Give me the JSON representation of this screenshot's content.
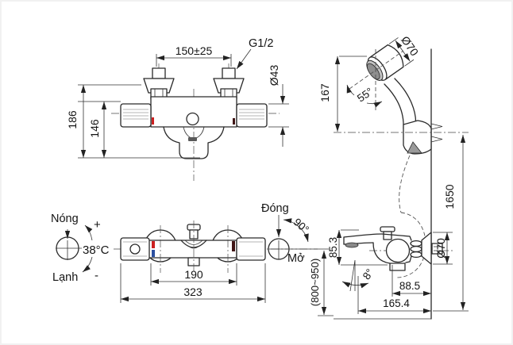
{
  "drawing": {
    "type": "technical-installation-diagram",
    "product": "thermostatic bath shower mixer with hand shower"
  },
  "colors": {
    "line": "#2a2a2a",
    "dim_line": "#333333",
    "hot_mark_red": "#cc2020",
    "cold_mark_blue": "#2b4fa0",
    "dark_mark": "#401515",
    "face_shade": "#8f8f8f",
    "background": "#ffffff",
    "frame": "#f1f1f1"
  },
  "front_view": {
    "dim_inlet_spacing": "150±25",
    "thread_label": "G1/2",
    "dim_handle_dia": "Ø43",
    "dim_total_height": "186",
    "dim_spout_height": "146"
  },
  "hand_shower": {
    "dim_head_dia": "Ø70",
    "dim_head_height": "167",
    "dim_head_angle": "55°",
    "dim_holder_height": "1650"
  },
  "temp_control": {
    "hot_label": "Nóng",
    "plus_label": "+",
    "temp_label": "38°C",
    "cold_label": "Lạnh",
    "minus_label": "-"
  },
  "top_view": {
    "dim_valve_centers": "190",
    "dim_overall_width": "323"
  },
  "flow_control": {
    "close_label": "Đóng",
    "angle_label": "90°",
    "open_label": "Mở",
    "install_height": "(800~950)"
  },
  "side_view": {
    "dim_body_height": "85.3",
    "dim_spout_angle": "8°",
    "dim_wall_to_diverter": "88.5",
    "dim_wall_to_spout": "165.4",
    "dim_flange_dia": "Ø70"
  }
}
